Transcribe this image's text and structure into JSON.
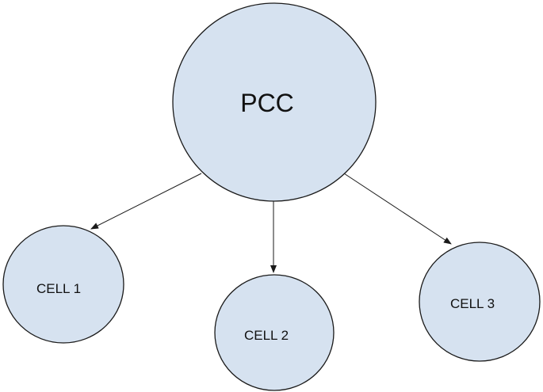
{
  "diagram": {
    "nodes": {
      "pcc": {
        "label": "PCC"
      },
      "cell1": {
        "label": "CELL 1"
      },
      "cell2": {
        "label": "CELL 2"
      },
      "cell3": {
        "label": "CELL 3"
      }
    },
    "edges": [
      {
        "from": "PCC",
        "to": "CELL 1",
        "directed": true
      },
      {
        "from": "PCC",
        "to": "CELL 2",
        "directed": true
      },
      {
        "from": "PCC",
        "to": "CELL 3",
        "directed": true
      }
    ],
    "colors": {
      "node_fill": "#d6e2f0",
      "stroke": "#1a1a1a",
      "background": "#ffffff"
    }
  }
}
